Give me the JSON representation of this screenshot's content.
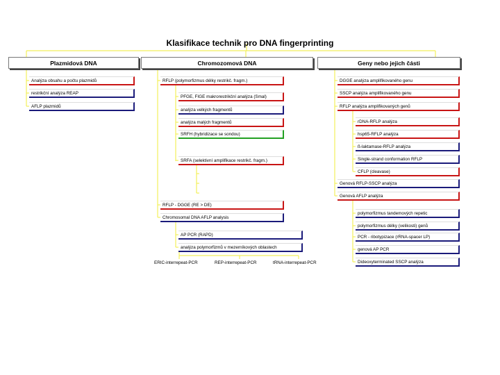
{
  "title": "Klasifikace technik pro DNA fingerprinting",
  "headers": {
    "plasmid": "Plazmidová DNA",
    "chromosomal": "Chromozomová DNA",
    "genes": "Geny nebo jejich části"
  },
  "plasmid_items": [
    "Analýza obsahu a počtu plazmidů",
    "restrikční analýza REAP",
    "AFLP plazmidů"
  ],
  "chromosomal": {
    "rflp": "RFLP (polymorfizmus délky restrikč. fragm.)",
    "pfge": "PFGE, FIGE makrorestrikční analýza (Smal)",
    "large_frag": "analýza velkých fragmentů",
    "small_frag": "analýza malých fragmentů",
    "srfh": "SRFH (hybridizace se sondou)",
    "srfa": "SRFA (selektivní amplifikace restrikč. fragm.)",
    "rflp_dgge": "RFLP - DGGE (RE   > DE)",
    "chrom_aflp": "Chromosomal DNA AFLP analysis",
    "ap_pcr": "AP PCR (RAPD)",
    "intergenic": "analýza polymorfizmů v mezerníkových oblastech",
    "eric": "ERIC-interrepeat-PCR",
    "rep": "REP-interrepeat-PCR",
    "trna": "tRNA-interrepeat-PCR"
  },
  "genes": {
    "dgge": "DGGE analýza amplifikovaného genu",
    "sscp": "SSCP analýza amplifikovaného genu",
    "rflp_amp": "RFLP analýza amplifikovaných genů",
    "rdna": "rDNA-RFLP analýza",
    "hsp65": "hsp65-RFLP analýza",
    "blactam": "ß-laktamase-RFLP analýza",
    "ssc": "Single-strand conformation RFLP",
    "cflp": "CFLP (cleavase)",
    "rflp_sscp": "Genová RFLP-SSCP analýza",
    "aflp": "Genová AFLP analýza",
    "tandem": "polymorfizmus tandemových repetic",
    "gene_length": "polymorfizmus délky (velikosti) genů",
    "ribotyping": "PCR - ribotypizace (rRNA-spacer LP)",
    "ap_pcr": "genová AP PCR",
    "dideoxy": "Dideoxyterminated SSCP analýza"
  },
  "colors": {
    "connector": "#f2ef5a",
    "red": "#c81414",
    "navy": "#1a1a7a",
    "green": "#22a022"
  }
}
